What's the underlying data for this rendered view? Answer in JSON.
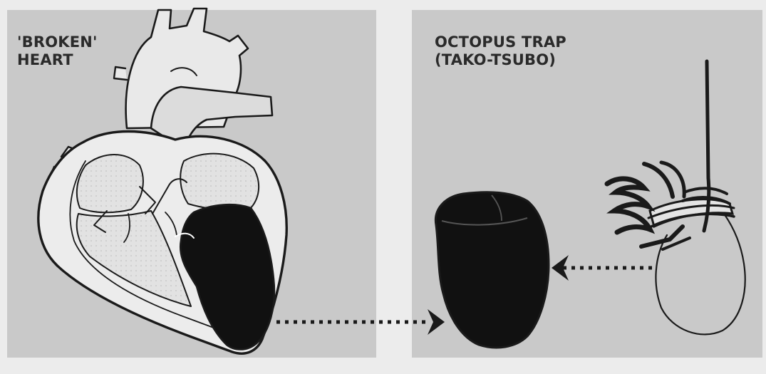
{
  "panels": {
    "left": {
      "title_line1": "'BROKEN'",
      "title_line2": "HEART"
    },
    "right": {
      "title_line1": "OCTOPUS TRAP",
      "title_line2": "(TAKO-TSUBO)"
    }
  },
  "colors": {
    "page_background": "#ececec",
    "panel_background": "#c9c9c9",
    "heart_fill": "#e9e9e9",
    "chamber_fill": "#dedede",
    "ballooned_ventricle": "#111111",
    "outline": "#1a1a1a"
  },
  "icons": [
    "heart-icon",
    "ventricle-icon",
    "octopus-trap-icon",
    "rope-icon",
    "arrow-icon"
  ]
}
